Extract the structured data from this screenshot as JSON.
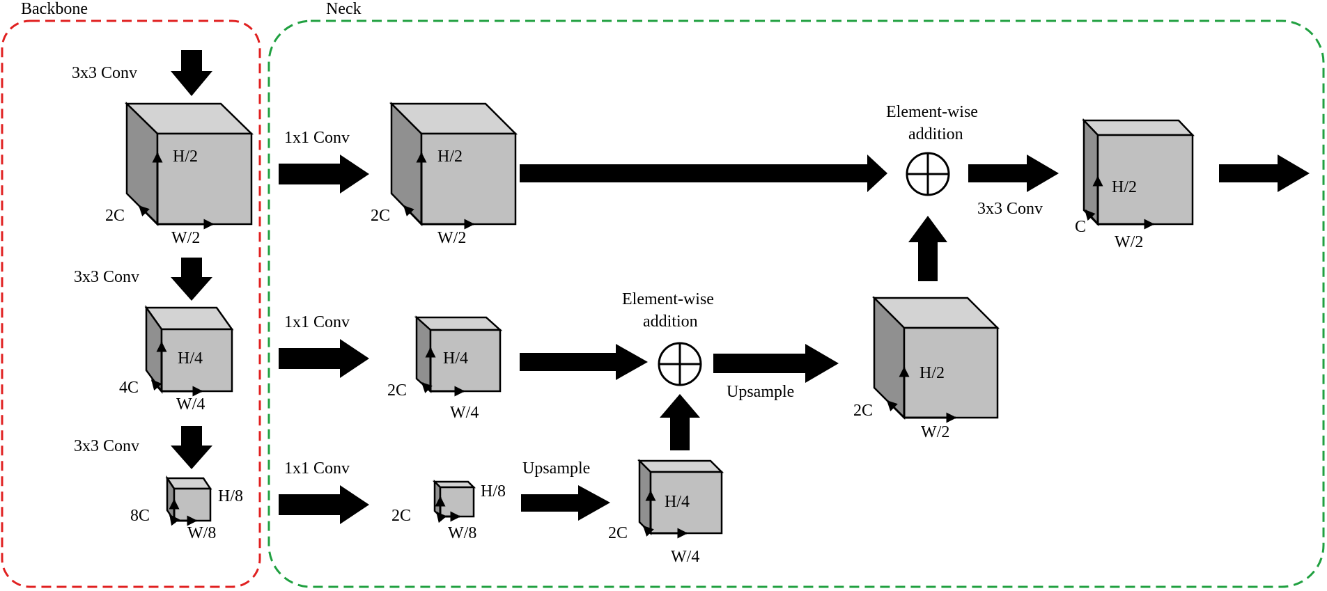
{
  "sections": {
    "backbone": "Backbone",
    "neck": "Neck"
  },
  "labels": {
    "conv3x3": "3x3 Conv",
    "conv1x1": "1x1 Conv",
    "upsample": "Upsample",
    "element_wise": "Element-wise",
    "addition": "addition",
    "h2": "H/2",
    "h4": "H/4",
    "h8": "H/8",
    "w2": "W/2",
    "w4": "W/4",
    "w8": "W/8",
    "c": "C",
    "c2": "2C",
    "c4": "4C",
    "c8": "8C"
  },
  "colors": {
    "backbone_border": "#e02020",
    "neck_border": "#20a040",
    "cube_front": "#c0c0c0",
    "cube_top": "#d3d3d3",
    "cube_side": "#909090"
  }
}
